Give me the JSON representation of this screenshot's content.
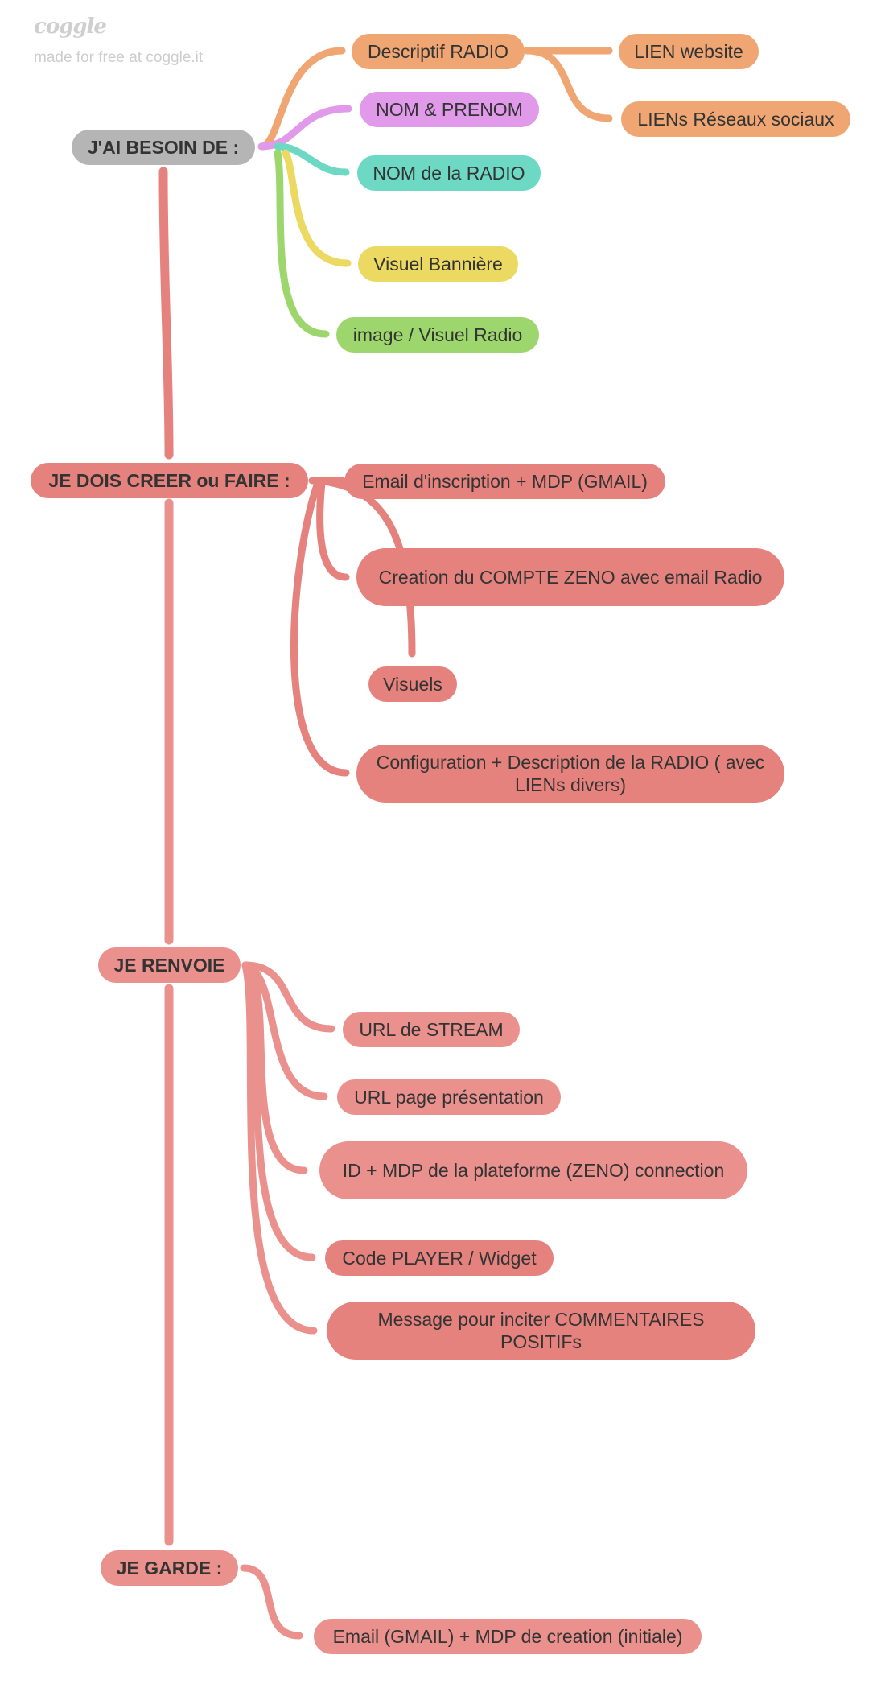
{
  "brand": {
    "logo": "coggle",
    "tagline": "made for free at coggle.it"
  },
  "colors": {
    "gray": "#b5b5b5",
    "orange": "#f0a673",
    "purple": "#e199ea",
    "teal": "#6dd9c4",
    "yellow": "#ebd961",
    "green": "#9dd66c",
    "red": "#e5827d",
    "pink": "#ea908d",
    "text": "#333333"
  },
  "nodes": {
    "besoin": "J'AI BESOIN DE :",
    "descriptif_radio": "Descriptif RADIO",
    "lien_website": "LIEN website",
    "liens_reseaux": "LIENs Réseaux sociaux",
    "nom_prenom": "NOM & PRENOM",
    "nom_radio": "NOM de la RADIO",
    "visuel_banniere": "Visuel Bannière",
    "image_visuel": "image / Visuel Radio",
    "creer": "JE DOIS CREER ou FAIRE :",
    "email_inscription": "Email d'inscription + MDP (GMAIL)",
    "compte_zeno": "Creation du COMPTE ZENO avec email Radio",
    "visuels": "Visuels",
    "configuration": "Configuration + Description de la RADIO ( avec LIENs divers)",
    "renvoie": "JE RENVOIE",
    "url_stream": "URL de STREAM",
    "url_page": "URL page présentation",
    "id_mdp_zeno": "ID + MDP de la plateforme (ZENO) connection",
    "code_player": "Code PLAYER / Widget",
    "message_commentaires": "Message pour inciter COMMENTAIRES POSITIFs",
    "garde": "JE GARDE :",
    "email_garde": "Email (GMAIL) + MDP de creation (initiale)"
  }
}
